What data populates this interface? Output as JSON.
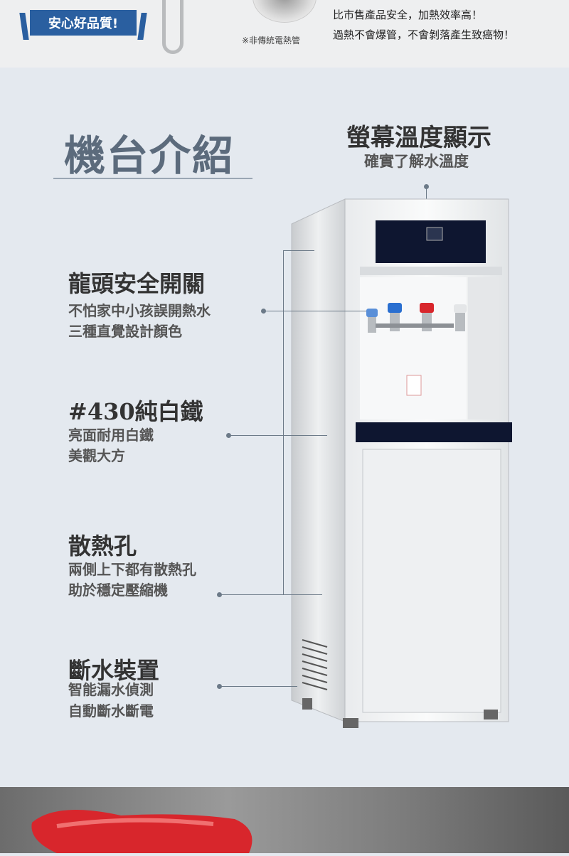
{
  "top": {
    "badge": "安心好品質!",
    "note": "※非傳統電熱管",
    "line1": "比市售產品安全，加熱效率高！",
    "line2": "過熱不會爆管，不會剝落產生致癌物！"
  },
  "section": {
    "title": "機台介紹"
  },
  "features": [
    {
      "title": "螢幕溫度顯示",
      "desc": [
        "確實了解水溫度"
      ]
    },
    {
      "title": "龍頭安全開關",
      "desc": [
        "不怕家中小孩誤開熱水",
        "三種直覺設計顏色"
      ]
    },
    {
      "title": "#430純白鐵",
      "desc": [
        "亮面耐用白鐵",
        "美觀大方"
      ]
    },
    {
      "title": "散熱孔",
      "desc": [
        "兩側上下都有散熱孔",
        "助於穩定壓縮機"
      ]
    },
    {
      "title": "斷水裝置",
      "desc": [
        "智能漏水偵測",
        "自動斷水斷電"
      ]
    }
  ],
  "colors": {
    "badge": "#2a5fa0",
    "title": "#5c6b7c",
    "tap_blue": "#2a6fd0",
    "tap_red": "#d8262c"
  }
}
